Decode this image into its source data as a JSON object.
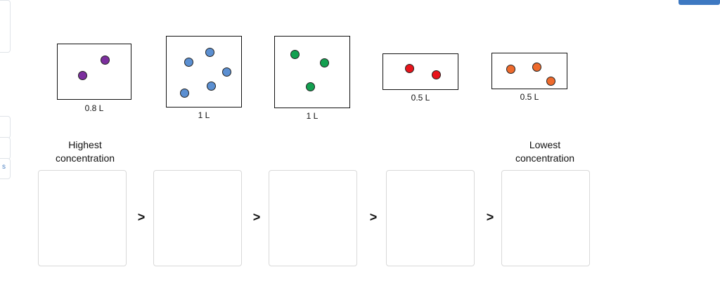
{
  "containers": [
    {
      "volume_label": "0.8 L",
      "particle_color": "#7c2f9e",
      "particles": 2
    },
    {
      "volume_label": "1 L",
      "particle_color": "#5b8fd1",
      "particles": 5
    },
    {
      "volume_label": "1 L",
      "particle_color": "#13a050",
      "particles": 3
    },
    {
      "volume_label": "0.5 L",
      "particle_color": "#e8141b",
      "particles": 2
    },
    {
      "volume_label": "0.5 L",
      "particle_color": "#ee6a2c",
      "particles": 3
    }
  ],
  "ranking": {
    "highest_label": "Highest\nconcentration",
    "lowest_label": "Lowest\nconcentration",
    "separator": ">",
    "slot_count": 5
  },
  "sidebar": {
    "tab_glyph": "s"
  },
  "colors": {
    "accent": "#3d78c1"
  }
}
